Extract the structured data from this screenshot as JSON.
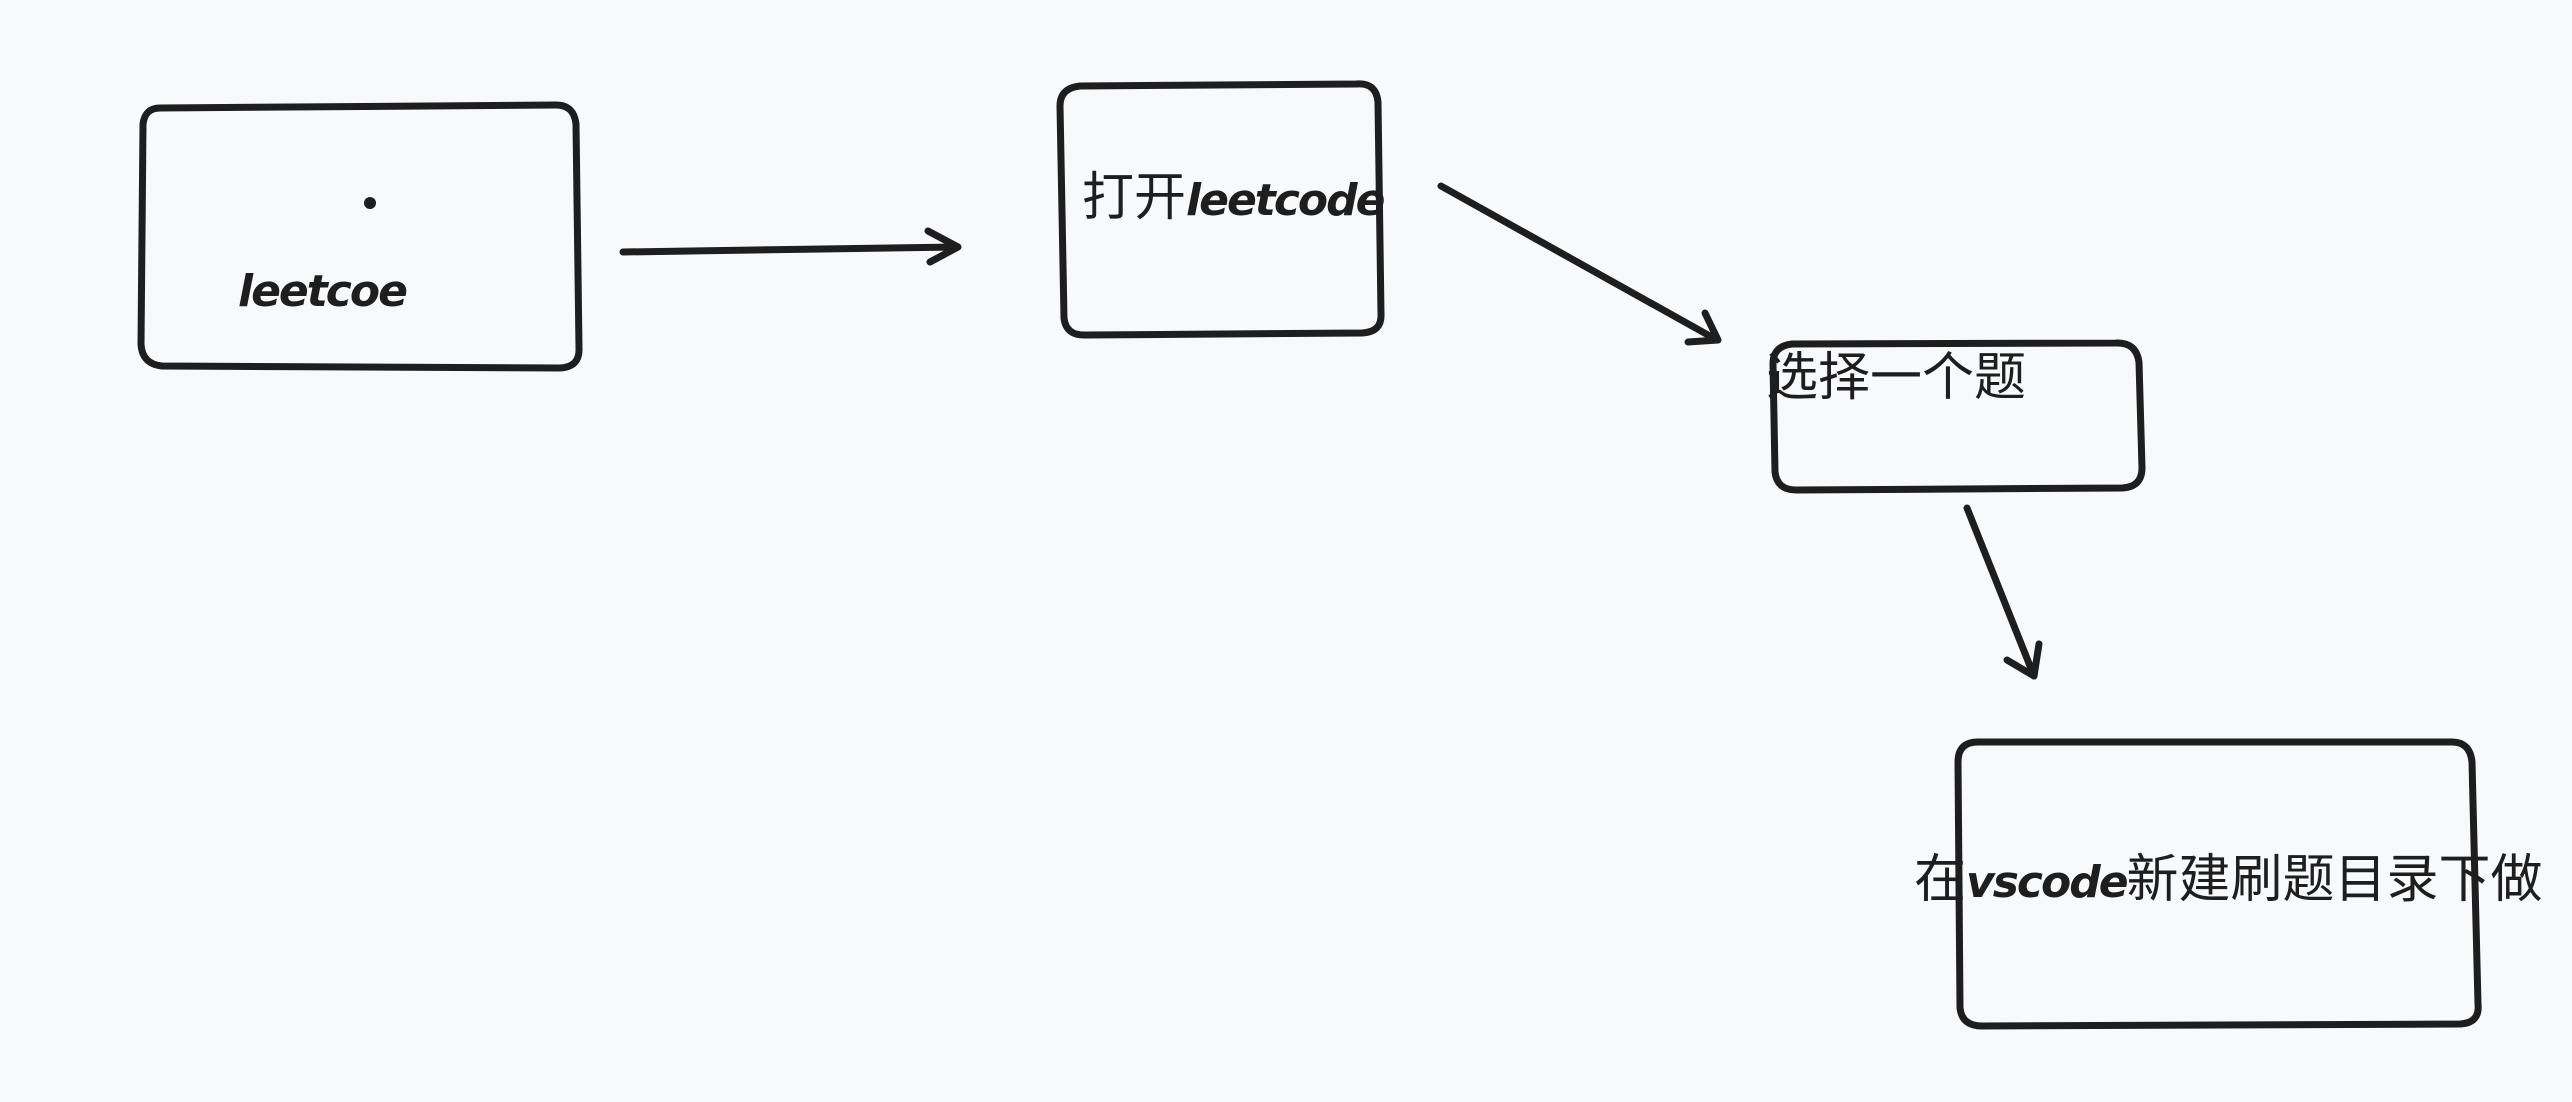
{
  "colors": {
    "background": "#f8f9fb",
    "stroke": "#1e1e1e"
  },
  "nodes": [
    {
      "id": "node-1",
      "label": "leetcoe"
    },
    {
      "id": "node-2",
      "label_cjk": "打开",
      "label_latin": "leetcode"
    },
    {
      "id": "node-3",
      "label": "选择一个题"
    },
    {
      "id": "node-4",
      "label_prefix": "在",
      "label_latin": "vscode",
      "label_suffix": "新建刷题目录下做"
    }
  ],
  "edges": [
    {
      "from": "node-1",
      "to": "node-2"
    },
    {
      "from": "node-2",
      "to": "node-3"
    },
    {
      "from": "node-3",
      "to": "node-4"
    }
  ]
}
